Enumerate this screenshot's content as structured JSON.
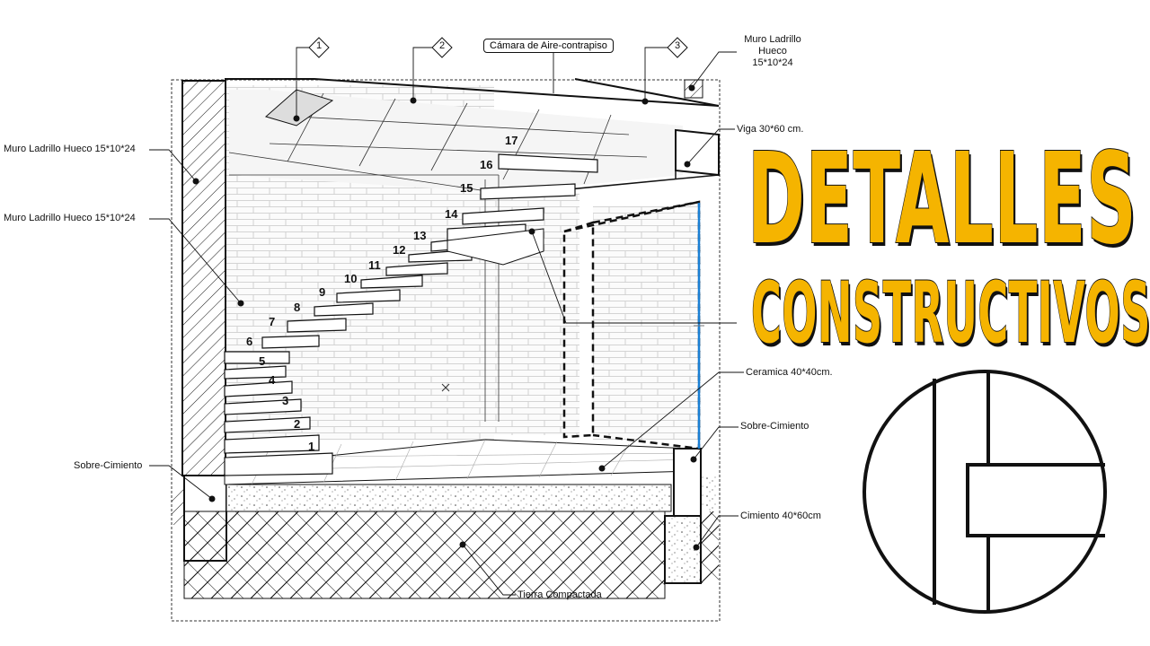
{
  "title": {
    "line1": "DETALLES",
    "line2": "CONSTRUCTIVOS"
  },
  "labels": {
    "camara": "Cámara de Aire-contrapiso",
    "muro_right_line1": "Muro Ladrillo",
    "muro_right_line2": "Hueco",
    "muro_right_line3": "15*10*24",
    "muro_left_1": "Muro Ladrillo Hueco 15*10*24",
    "muro_left_2": "Muro Ladrillo Hueco 15*10*24",
    "viga": "Viga 30*60 cm.",
    "ceramica": "Ceramica 40*40cm.",
    "sobre_cimiento_right": "Sobre-Cimiento",
    "sobre_cimiento_left": "Sobre-Cimiento",
    "cimiento": "Cimiento 40*60cm",
    "tierra": "Tierra Compactada"
  },
  "markers": [
    "1",
    "2",
    "3"
  ],
  "steps": [
    "1",
    "2",
    "3",
    "4",
    "5",
    "6",
    "7",
    "8",
    "9",
    "10",
    "11",
    "12",
    "13",
    "14",
    "15",
    "16",
    "17"
  ],
  "colors": {
    "accent": "#f5b400",
    "line": "#111111",
    "blue_line": "#1a7fd4"
  }
}
